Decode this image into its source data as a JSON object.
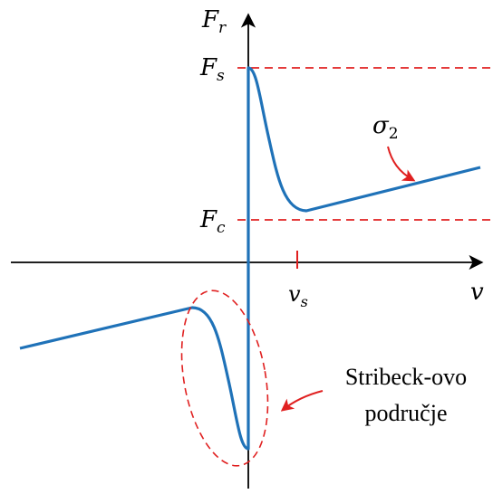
{
  "axes": {
    "y_label": "F",
    "y_sub": "r",
    "x_label": "v"
  },
  "levels": {
    "fs_main": "F",
    "fs_sub": "s",
    "fc_main": "F",
    "fc_sub": "c"
  },
  "ticks": {
    "vs_main": "v",
    "vs_sub": "s"
  },
  "annotations": {
    "sigma_main": "σ",
    "sigma_sub": "2",
    "stribeck_line1": "Stribeck-ovo",
    "stribeck_line2": "područje"
  },
  "colors": {
    "curve": "#1f72b8",
    "dashed": "#e02020",
    "arrow": "#e02020",
    "axis": "#000000"
  }
}
